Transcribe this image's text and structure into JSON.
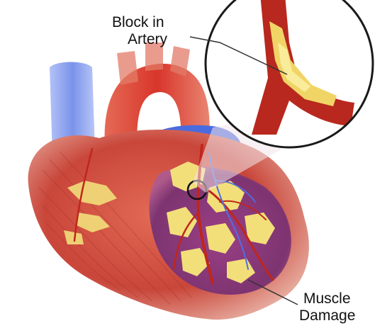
{
  "labels": {
    "block_line1": "Block in",
    "block_line2": "Artery",
    "muscle_line1": "Muscle",
    "muscle_line2": "Damage"
  },
  "colors": {
    "background": "#ffffff",
    "muscle_red": "#c9463a",
    "muscle_light": "#e07a63",
    "aorta_red": "#d8352a",
    "vein_blue": "#4f6fe0",
    "vein_light": "#8fa4f0",
    "fat_yellow": "#f2df7a",
    "damage_purple": "#8c3a7a",
    "artery_red": "#c0261c",
    "text": "#111111"
  }
}
